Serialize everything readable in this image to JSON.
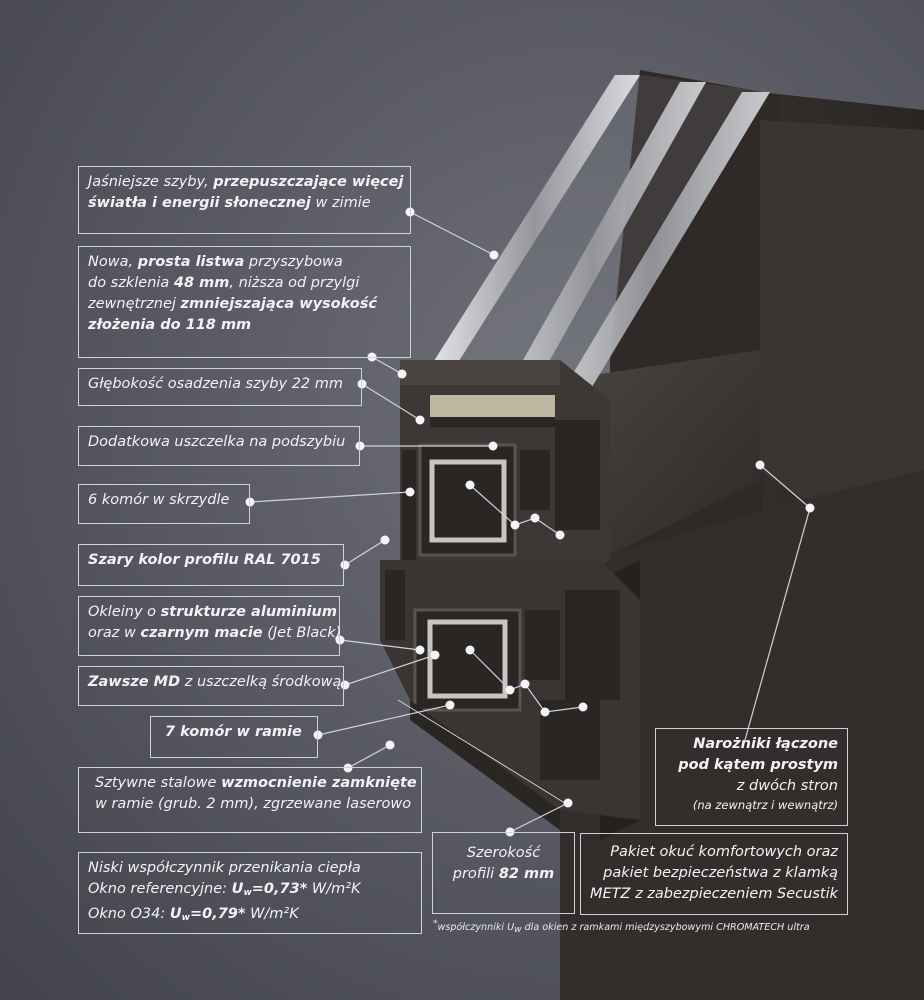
{
  "callouts": {
    "glass": {
      "pre": "Jaśniejsze szyby, ",
      "bold1": "przepuszczające więcej",
      "bold2": "światła i energii słonecznej",
      "post": " w zimie"
    },
    "bead": {
      "l1_pre": "Nowa, ",
      "l1_bold": "prosta listwa",
      "l1_post": " przyszybowa",
      "l2_pre": "do szklenia ",
      "l2_bold": "48 mm",
      "l2_post": ", niższa od przylgi",
      "l3_pre": "zewnętrznej  ",
      "l3_bold": "zmniejszająca wysokość",
      "l4_bold": "złożenia do 118 mm"
    },
    "depth": {
      "text": "Głębokość osadzenia szyby 22 mm"
    },
    "gasket": {
      "text": "Dodatkowa uszczelka na podszybiu"
    },
    "sash": {
      "text": "6 komór w skrzydle"
    },
    "color": {
      "text": "Szary kolor profilu RAL 7015"
    },
    "veneer": {
      "l1_pre": "Okleiny o  ",
      "l1_bold": "strukturze aluminium",
      "l2_pre": "oraz w ",
      "l2_bold": "czarnym macie",
      "l2_post": " (Jet Black)"
    },
    "md": {
      "bold": "Zawsze MD",
      "post": " z uszczelką środkową"
    },
    "frame": {
      "text": "7 komór w ramie"
    },
    "steel": {
      "l1_pre": "Sztywne stalowe ",
      "l1_bold": "wzmocnienie zamknięte",
      "l2": "w ramie (grub. 2 mm), zgrzewane laserowo"
    },
    "u": {
      "l1": "Niski współczynnik przenikania ciepła",
      "l2_pre": "Okno referencyjne: ",
      "l2_val": "=0,73*",
      "l2_unit": " W/m²K",
      "l3_pre": "Okno O34: ",
      "l3_val": "=0,79*",
      "l3_unit": " W/m²K",
      "sym": "U",
      "sub": "w"
    },
    "width": {
      "l1": "Szerokość",
      "l2_pre": "profili ",
      "l2_bold": "82 mm"
    },
    "corners": {
      "l1": "Narożniki łączone",
      "l2": "pod kątem prostym",
      "l3": "z dwóch stron",
      "l4": "(na zewnątrz i wewnątrz)"
    },
    "hardware": {
      "l1": "Pakiet okuć komfortowych oraz",
      "l2": "pakiet bezpieczeństwa z klamką",
      "l3": "METZ z zabezpieczeniem Secustik"
    }
  },
  "footnote": {
    "star": "*",
    "pre": "współczynniki U",
    "sub": "w",
    "post": " dla okien z ramkami międzyszybowymi CHROMATECH ultra"
  },
  "colors": {
    "profile": "#3a3532",
    "profile_dark": "#24201e",
    "profile_light": "#4a4441",
    "line": "#cfd2dd",
    "dot": "#f4f5fa"
  }
}
